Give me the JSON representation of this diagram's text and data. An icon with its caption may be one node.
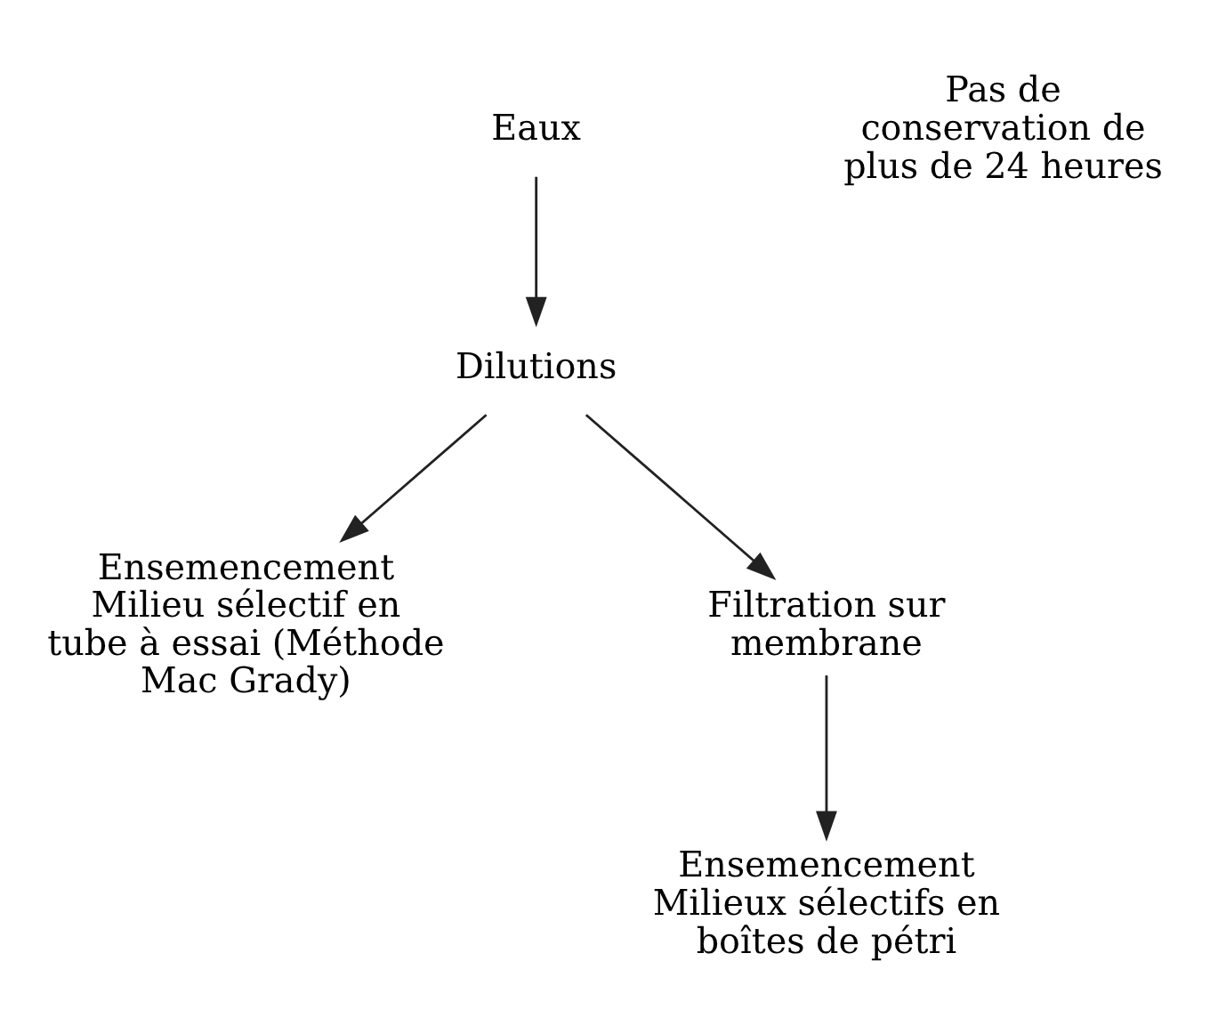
{
  "diagram": {
    "nodes": [
      {
        "text": [
          "Eaux"
        ]
      },
      {
        "text": [
          "Dilutions"
        ]
      },
      {
        "text": [
          "Ensemencement",
          "Milieu sélectif en tube à essai (Méthode Mac Grady)"
        ]
      },
      {
        "text": [
          "Filtration sur membrane"
        ]
      },
      {
        "text": [
          "Ensemencement",
          "Milieux sélectifs en boîtes de pétri"
        ]
      }
    ],
    "edges": [
      {
        "from": 0,
        "to": 1,
        "arrow": "to"
      },
      {
        "from": 1,
        "to": 2,
        "arrow": "to"
      },
      {
        "from": 1,
        "to": 3,
        "arrow": "to"
      },
      {
        "from": 3,
        "to": 4,
        "arrow": "to"
      }
    ],
    "labels": [
      "Pas de conservation de plus de 24 heures"
    ]
  }
}
